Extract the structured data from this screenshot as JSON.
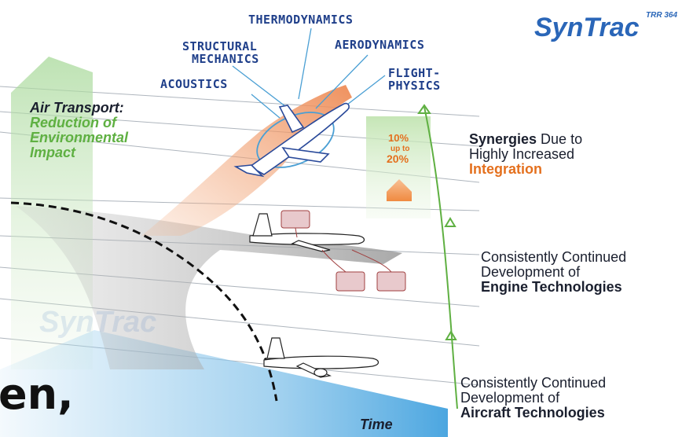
{
  "disciplines": {
    "thermodynamics": "THERMODYNAMICS",
    "structural_1": "STRUCTURAL",
    "structural_2": "MECHANICS",
    "aerodynamics": "AERODYNAMICS",
    "acoustics": "ACOUSTICS",
    "flight_1": "FLIGHT-",
    "flight_2": "PHYSICS"
  },
  "logo": {
    "text": "SynTrac",
    "tag": "TRR 364",
    "color": "#2a66b8"
  },
  "watermark": "SynTrac",
  "air_transport": {
    "title": "Air Transport:",
    "line1": "Reduction of",
    "line2": "Environmental",
    "line3": "Impact"
  },
  "gain": {
    "line1": "10%",
    "line2": "up to",
    "line3": "20%"
  },
  "synergies": {
    "bold": "Synergies",
    "rest": " Due to",
    "line2": "Highly Increased",
    "line3": "Integration"
  },
  "engine": {
    "line1": "Consistently Continued",
    "line2": "Development of",
    "line3": "Engine Technologies"
  },
  "aircraft": {
    "line1": "Consistently Continued",
    "line2": "Development of",
    "line3": "Aircraft Technologies"
  },
  "axis": {
    "time": "Time"
  },
  "cropped_text": "en,",
  "colors": {
    "dark_text": "#1a1f2e",
    "green": "#5fb042",
    "orange": "#e4701e",
    "blue": "#1f3f8a",
    "time_band": "#8fc8ec"
  }
}
